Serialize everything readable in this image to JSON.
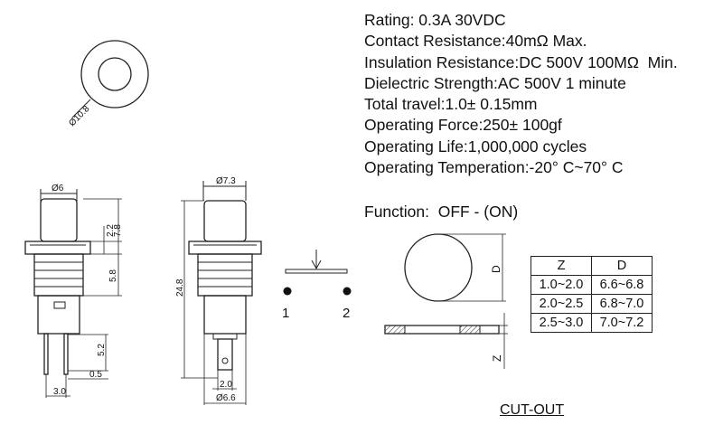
{
  "specs": [
    "Rating: 0.3A 30VDC",
    "Contact Resistance:40mΩ Max.",
    "Insulation Resistance:DC 500V 100MΩ  Min.",
    "Dielectric Strength:AC 500V 1 minute",
    "Total travel:1.0± 0.15mm",
    "Operating Force:250± 100gf",
    "Operating Life:1,000,000 cycles",
    "Operating Temperation:-20° C~70° C"
  ],
  "function": "Function:  OFF - (ON)",
  "cutout_label": "CUT-OUT",
  "top_view": {
    "diameter": "Ø10.8"
  },
  "front_view": {
    "head_diameter": "Ø6",
    "dim_head": "2.2",
    "dim_total_top": "7.8",
    "dim_mid": "5.8",
    "dim_pin_len": "5.2",
    "dim_pin_thk": "0.5",
    "dim_pin_pitch": "3.0"
  },
  "side_view": {
    "head_diameter": "Ø7.3",
    "dim_total": "24.8",
    "dim_pin": "2.0",
    "bottom_diameter": "Ø6.6"
  },
  "schematic": {
    "pin1": "1",
    "pin2": "2"
  },
  "cutout_view": {
    "d_label": "D",
    "z_label": "Z"
  },
  "z_table": {
    "headers": [
      "Z",
      "D"
    ],
    "rows": [
      [
        "1.0~2.0",
        "6.6~6.8"
      ],
      [
        "2.0~2.5",
        "6.8~7.0"
      ],
      [
        "2.5~3.0",
        "7.0~7.2"
      ]
    ]
  }
}
